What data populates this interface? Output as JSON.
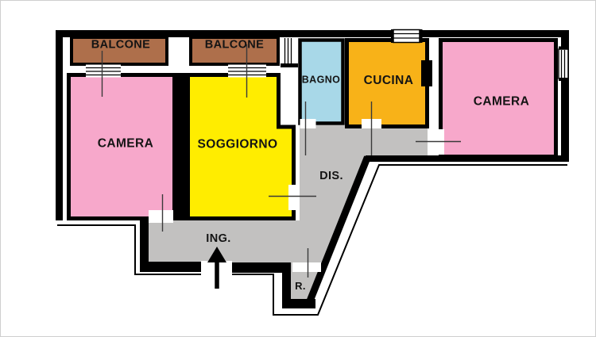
{
  "plan": {
    "type": "apartment floor plan",
    "wall_color": "#000000",
    "background_color": "#ffffff",
    "frame_color": "#cfcfcf",
    "door_line_color": "#3a3a3a",
    "arrow_color": "#000000"
  },
  "rooms": [
    {
      "id": "balcone-1",
      "label": "BALCONE",
      "color": "#ae6f4b"
    },
    {
      "id": "balcone-2",
      "label": "BALCONE",
      "color": "#ae6f4b"
    },
    {
      "id": "camera-left",
      "label": "CAMERA",
      "color": "#f7a8cb"
    },
    {
      "id": "soggiorno",
      "label": "SOGGIORNO",
      "color": "#ffed00"
    },
    {
      "id": "bagno",
      "label": "BAGNO",
      "color": "#a8d8e8"
    },
    {
      "id": "cucina",
      "label": "CUCINA",
      "color": "#f8b218"
    },
    {
      "id": "camera-right",
      "label": "CAMERA",
      "color": "#f7a8cb"
    },
    {
      "id": "disimpegno",
      "label": "DIS.",
      "color": "#c2c1c0"
    },
    {
      "id": "ingresso",
      "label": "ING.",
      "color": "#c2c1c0"
    },
    {
      "id": "ripostiglio",
      "label": "R.",
      "color": "#c2c1c0"
    }
  ],
  "icons": {
    "entrance_arrow": "up-arrow"
  }
}
